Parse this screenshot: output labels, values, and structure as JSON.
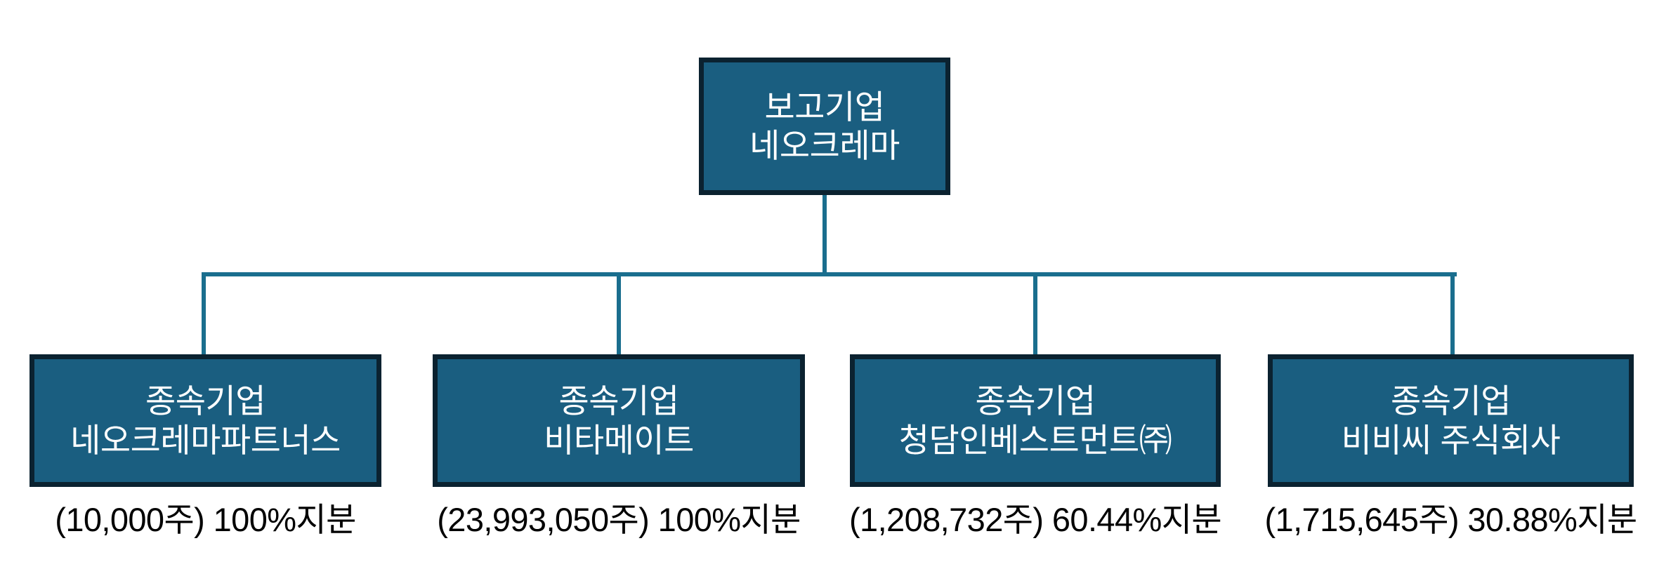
{
  "chart_data": {
    "type": "diagram",
    "subtype": "organization-ownership-tree",
    "title": "",
    "orientation": "top-down",
    "levels": 2,
    "colors": {
      "node_fill": "#1A5E80",
      "node_border": "#0B2230",
      "node_text": "#FFFFFF",
      "connector": "#1A6E8E",
      "caption_text": "#000000",
      "background": "#FFFFFF"
    },
    "root": {
      "role_label": "보고기업",
      "name": "네오크레마"
    },
    "children": [
      {
        "role_label": "종속기업",
        "name": "네오크레마파트너스",
        "shares_text": "(10,000주)",
        "shares": 10000,
        "ownership_text": "100%지분",
        "ownership_percent": 100,
        "caption": "(10,000주) 100%지분"
      },
      {
        "role_label": "종속기업",
        "name": "비타메이트",
        "shares_text": "(23,993,050주)",
        "shares": 23993050,
        "ownership_text": "100%지분",
        "ownership_percent": 100,
        "caption": "(23,993,050주) 100%지분"
      },
      {
        "role_label": "종속기업",
        "name": "청담인베스트먼트㈜",
        "shares_text": "(1,208,732주)",
        "shares": 1208732,
        "ownership_text": "60.44%지분",
        "ownership_percent": 60.44,
        "caption": "(1,208,732주) 60.44%지분"
      },
      {
        "role_label": "종속기업",
        "name": "비비씨 주식회사",
        "shares_text": "(1,715,645주)",
        "shares": 1715645,
        "ownership_text": "30.88%지분",
        "ownership_percent": 30.88,
        "caption": "(1,715,645주) 30.88%지분"
      }
    ]
  }
}
